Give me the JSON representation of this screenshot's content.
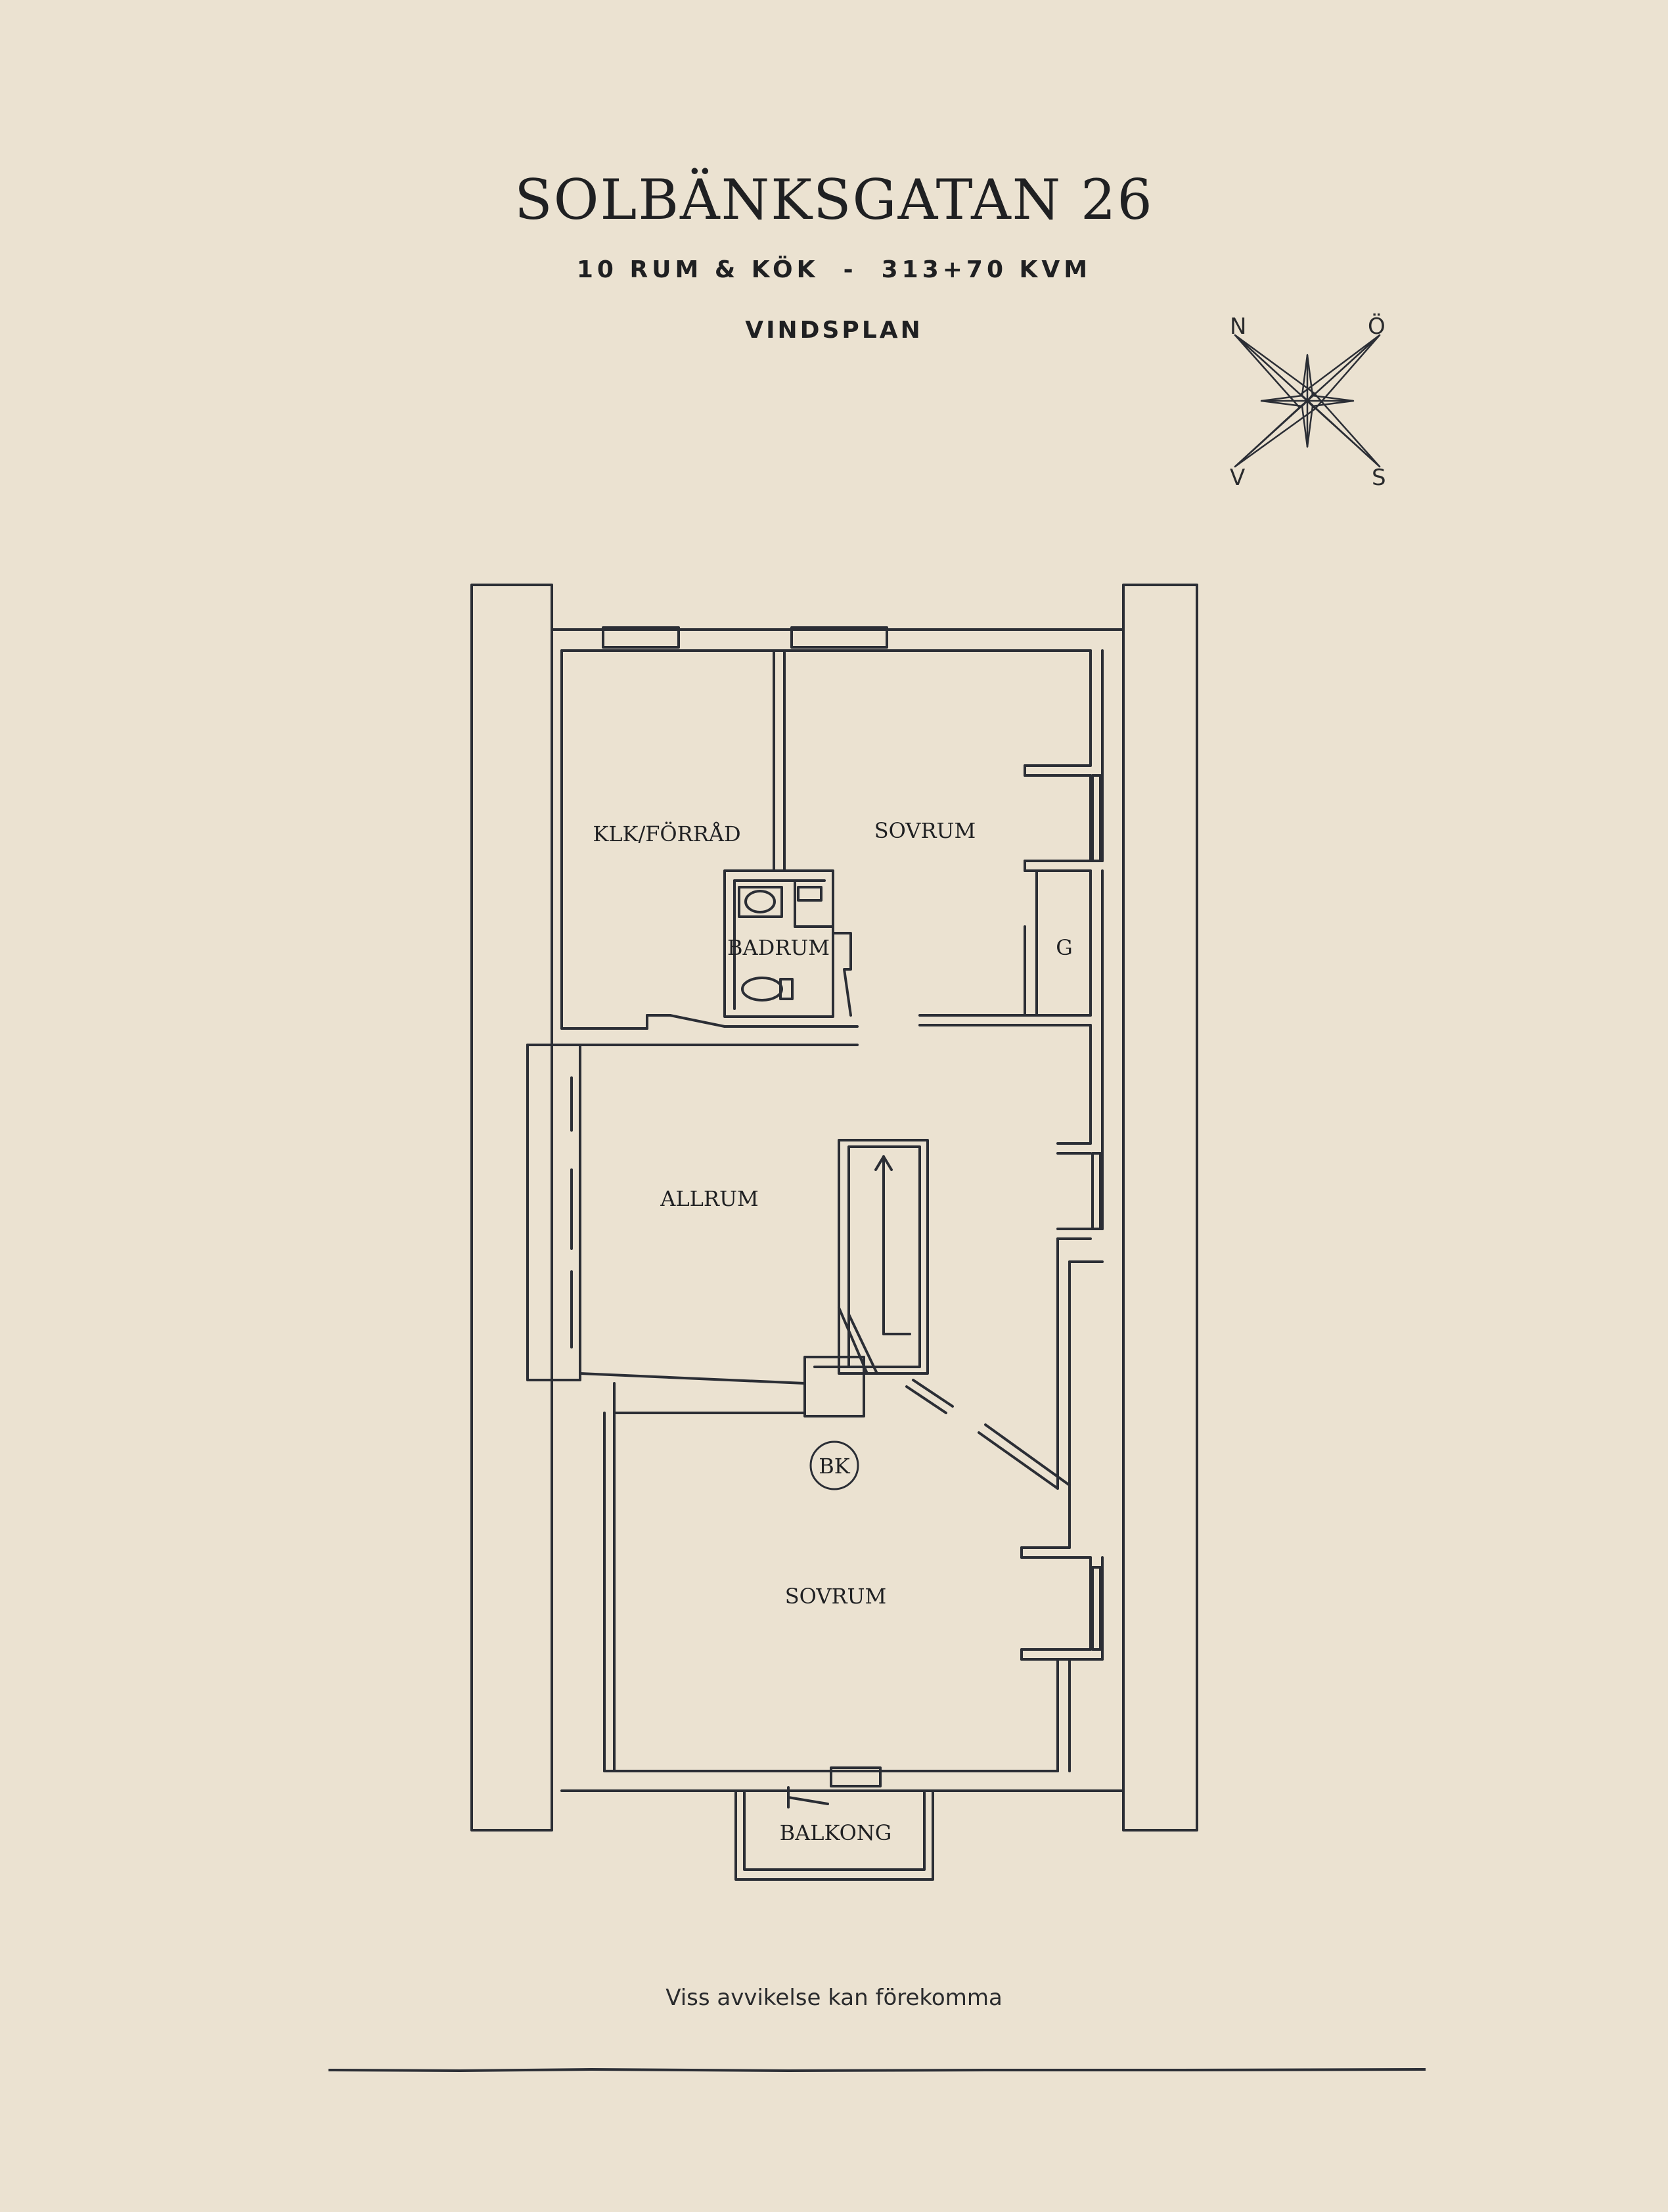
{
  "header": {
    "title": "SOLBÄNKSGATAN 26",
    "subtitle": "10 RUM & KÖK  -  313+70 KVM",
    "level": "VINDSPLAN"
  },
  "compass": {
    "north": "N",
    "east": "Ö",
    "west": "V",
    "south": "S"
  },
  "rooms": {
    "klk_forrad": "KLK/FÖRRÅD",
    "sovrum_top": "SOVRUM",
    "badrum": "BADRUM",
    "g": "G",
    "allrum": "ALLRUM",
    "bk": "BK",
    "sovrum_bottom": "SOVRUM",
    "balkong": "BALKONG"
  },
  "footer": {
    "disclaimer": "Viss avvikelse kan förekomma"
  },
  "colors": {
    "background": "#ebe2d1",
    "ink": "#2b2e35"
  }
}
